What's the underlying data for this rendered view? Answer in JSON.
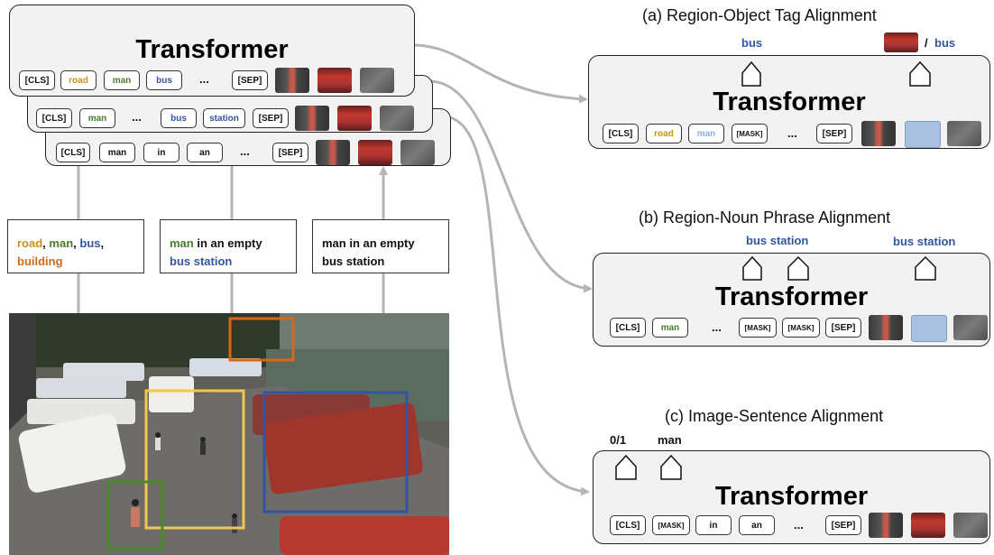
{
  "colors": {
    "road": "#c6941a",
    "man": "#4a7d2a",
    "bus": "#3355a0",
    "building": "#d06a1c",
    "arrow": "#b5b5b5",
    "panel_fill": "#f2f2f2",
    "mask_fill": "#a9c0de"
  },
  "left": {
    "title": "Transformer",
    "row1": {
      "tokens": [
        "[CLS]",
        "road",
        "man",
        "bus",
        "...",
        "[SEP]"
      ]
    },
    "row2": {
      "tokens": [
        "[CLS]",
        "man",
        "...",
        "bus",
        "station",
        "[SEP]"
      ]
    },
    "row3": {
      "tokens": [
        "[CLS]",
        "man",
        "in",
        "an",
        "...",
        "[SEP]"
      ]
    },
    "box1": {
      "road": "road",
      "sep1": ", ",
      "man": "man",
      "sep2": ", ",
      "bus": "bus",
      "sep3": ",",
      "building": "building"
    },
    "box2": {
      "man": "man",
      "rest": " in an empty",
      "bus_station": "bus station"
    },
    "box3": {
      "line1": "man in an empty",
      "line2": "bus station"
    }
  },
  "panel_a": {
    "caption": "(a) Region-Object Tag Alignment",
    "label_left": "bus",
    "label_right_sep": "/",
    "label_right": "bus",
    "title": "Transformer",
    "tokens": [
      "[CLS]",
      "road",
      "man",
      "[MASK]",
      "...",
      "[SEP]"
    ]
  },
  "panel_b": {
    "caption": "(b) Region-Noun Phrase Alignment",
    "label_left": "bus station",
    "label_right": "bus station",
    "title": "Transformer",
    "tokens": [
      "[CLS]",
      "man",
      "...",
      "[MASK]",
      "[MASK]",
      "[SEP]"
    ]
  },
  "panel_c": {
    "caption": "(c) Image-Sentence Alignment",
    "label_left": "0/1",
    "label_right": "man",
    "title": "Transformer",
    "tokens": [
      "[CLS]",
      "[MASK]",
      "in",
      "an",
      "...",
      "[SEP]"
    ]
  },
  "photo": {
    "boxes": [
      {
        "name": "building",
        "color": "#d06a1c"
      },
      {
        "name": "road",
        "color": "#f0c850"
      },
      {
        "name": "bus",
        "color": "#3355a0"
      },
      {
        "name": "man",
        "color": "#4a8a2a"
      }
    ]
  }
}
